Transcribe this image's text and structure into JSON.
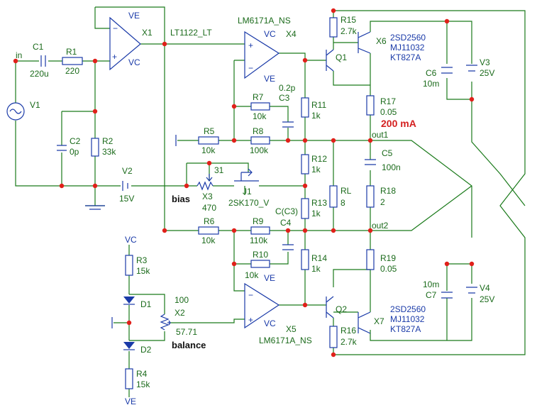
{
  "labels": {
    "in": "in",
    "c1": "C1",
    "c1v": "220u",
    "r1": "R1",
    "r1v": "220",
    "v1": "V1",
    "x1": "X1",
    "x1ve": "VE",
    "x1vc": "VC",
    "lt1122": "LT1122_LT",
    "lm_top": "LM6171A_NS",
    "x4": "X4",
    "x4vc": "VC",
    "x4ve": "VE",
    "c2": "C2",
    "c2v": "0p",
    "r2": "R2",
    "r2v": "33k",
    "v2": "V2",
    "v2v": "15V",
    "r5": "R5",
    "r5v": "10k",
    "r7": "R7",
    "r7v": "10k",
    "c3": "C3",
    "c3v": "0.2p",
    "r8": "R8",
    "r8v": "100k",
    "r11": "R11",
    "r11v": "1k",
    "r12": "R12",
    "r12v": "1k",
    "r13": "R13",
    "r13v": "1k",
    "r14": "R14",
    "r14v": "1k",
    "rl": "RL",
    "rlv": "8",
    "r15": "R15",
    "r15v": "2.7k",
    "r16": "R16",
    "r16v": "2.7k",
    "r17": "R17",
    "r17v": "0.05",
    "r18": "R18",
    "r18v": "2",
    "r19": "R19",
    "r19v": "0.05",
    "q1": "Q1",
    "q2": "Q2",
    "x6": "X6",
    "x7": "X7",
    "t_a": "2SD2560",
    "t_b": "MJ11032",
    "t_c": "KT827A",
    "t2_a": "2SD2560",
    "t2_b": "MJ11032",
    "t2_c": "KT827A",
    "c5": "C5",
    "c5v": "100n",
    "c6": "C6",
    "c6v": "10m",
    "c7": "C7",
    "c7v": "10m",
    "v3": "V3",
    "v3v": "25V",
    "v4": "V4",
    "v4v": "25V",
    "ma": "200 mA",
    "out1": "out1",
    "out2": "out2",
    "x3v1": "31",
    "x3": "X3",
    "x3v2": "470",
    "j1": "J1",
    "j1v": "2SK170_V",
    "bias": "bias",
    "r6": "R6",
    "r6v": "10k",
    "r9": "R9",
    "r9v": "110k",
    "cc3": "C(C3)",
    "c4": "C4",
    "r10": "R10",
    "r10v": "10k",
    "lm_bot": "LM6171A_NS",
    "x5": "X5",
    "x5ve": "VE",
    "x5vc": "VC",
    "vc_top": "VC",
    "r3": "R3",
    "r3v": "15k",
    "d1": "D1",
    "d2": "D2",
    "x2v1": "100",
    "x2": "X2",
    "x2v2": "57.71",
    "balance": "balance",
    "r4": "R4",
    "r4v": "15k",
    "ve_bot": "VE"
  }
}
